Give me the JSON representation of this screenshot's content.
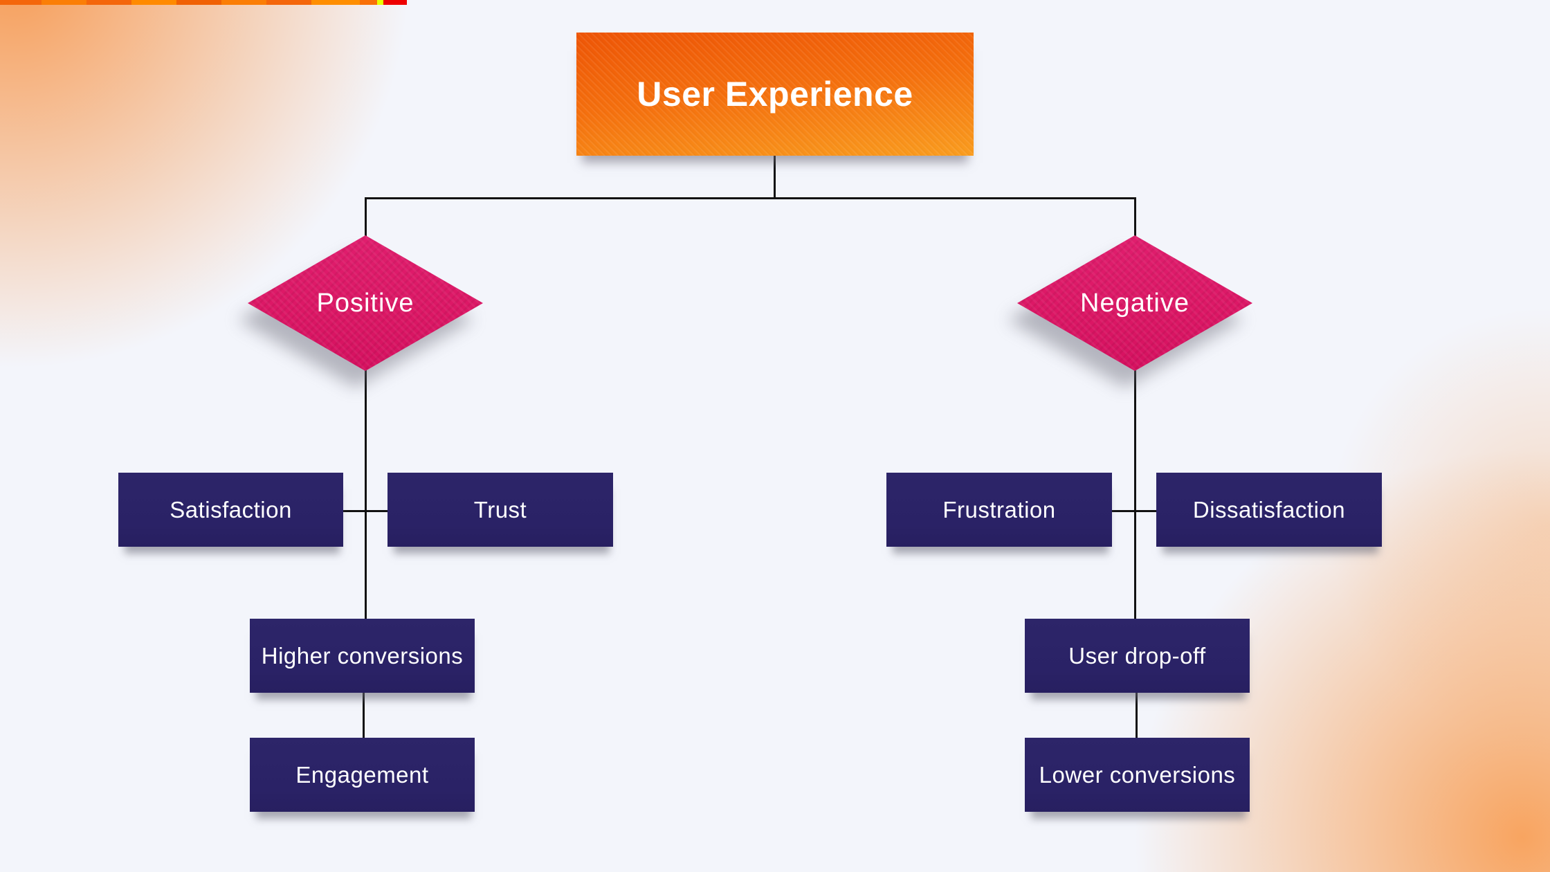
{
  "diagram_title": "User Experience",
  "nodes": {
    "root": "User Experience",
    "positive": "Positive",
    "negative": "Negative",
    "satisfaction": "Satisfaction",
    "trust": "Trust",
    "higher_conversions": "Higher conversions",
    "engagement": "Engagement",
    "frustration": "Frustration",
    "dissatisfaction": "Dissatisfaction",
    "user_drop_off": "User drop-off",
    "lower_conversions": "Lower conversions"
  },
  "edges": [
    {
      "from": "User Experience",
      "to": "Positive"
    },
    {
      "from": "User Experience",
      "to": "Negative"
    },
    {
      "from": "Positive",
      "to": "Satisfaction"
    },
    {
      "from": "Positive",
      "to": "Trust"
    },
    {
      "from": "Positive",
      "to": "Higher conversions"
    },
    {
      "from": "Higher conversions",
      "to": "Engagement"
    },
    {
      "from": "Negative",
      "to": "Frustration"
    },
    {
      "from": "Negative",
      "to": "Dissatisfaction"
    },
    {
      "from": "Negative",
      "to": "User drop-off"
    },
    {
      "from": "User drop-off",
      "to": "Lower conversions"
    }
  ],
  "colors": {
    "background": "#F3F5FB",
    "corner_glow": "#F8A258",
    "root_gradient_top": "#EE5506",
    "root_gradient_bottom": "#FA9D1F",
    "diamond_pink": "#DC1765",
    "node_navy": "#2A2266",
    "text": "#FFFFFF",
    "connector": "#121212",
    "topbar_orange": "#F4660B",
    "topbar_yellow": "#E8FF00",
    "topbar_red": "#EE0000"
  }
}
